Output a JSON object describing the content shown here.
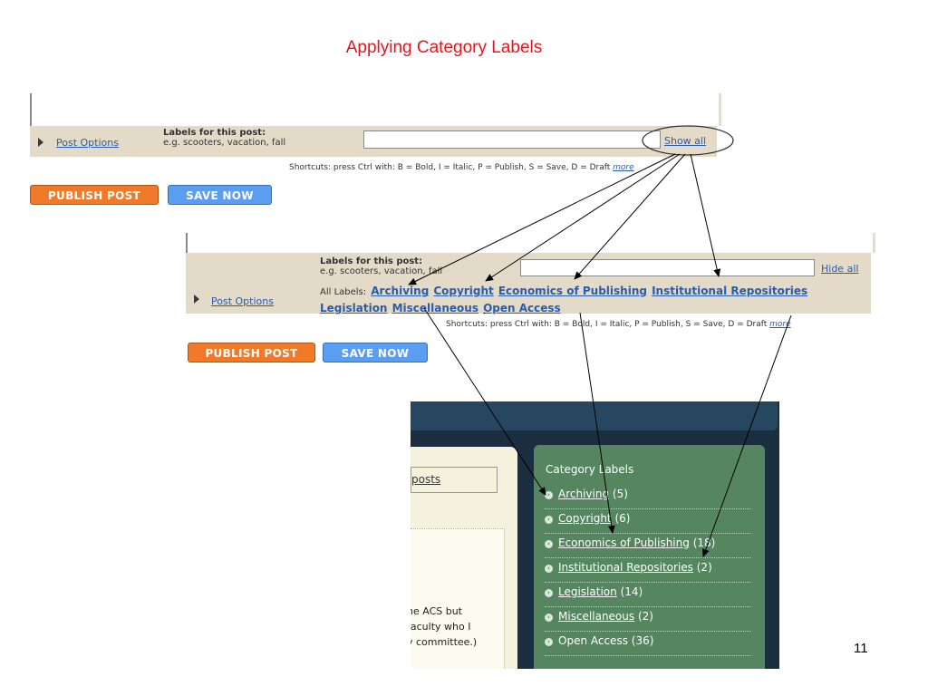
{
  "slide": {
    "title": "Applying Category Labels",
    "page_number": "11"
  },
  "panel1": {
    "post_options": "Post Options",
    "labels_heading": "Labels for this post:",
    "labels_example": "e.g. scooters, vacation, fall",
    "label_input_value": "",
    "show_all": "Show all",
    "shortcuts": "Shortcuts: press Ctrl with: B = Bold, I = Italic, P = Publish, S = Save, D = Draft",
    "shortcuts_more": "more",
    "publish_button": "PUBLISH POST",
    "save_button": "SAVE NOW"
  },
  "panel2": {
    "post_options": "Post Options",
    "labels_heading": "Labels for this post:",
    "labels_example": "e.g. scooters, vacation, fall",
    "label_input_value": "",
    "hide_all": "Hide all",
    "all_labels_prefix": "All Labels:",
    "all_labels": [
      "Archiving",
      "Copyright",
      "Economics of Publishing",
      "Institutional Repositories",
      "Legislation",
      "Miscellaneous",
      "Open Access"
    ],
    "shortcuts": "Shortcuts: press Ctrl with: B = Bold, I = Italic, P = Publish, S = Save, D = Draft",
    "shortcuts_more": "more",
    "publish_button": "PUBLISH POST",
    "save_button": "SAVE NOW"
  },
  "blog": {
    "posts_link": "posts",
    "category_title": "Category Labels",
    "categories": [
      {
        "name": "Archiving",
        "count": "(5)"
      },
      {
        "name": "Copyright",
        "count": "(6)"
      },
      {
        "name": "Economics of Publishing",
        "count": "(18)"
      },
      {
        "name": "Institutional Repositories",
        "count": "(2)"
      },
      {
        "name": "Legislation",
        "count": "(14)"
      },
      {
        "name": "Miscellaneous",
        "count": "(2)"
      },
      {
        "name": "Open Access",
        "count": "(36)"
      }
    ],
    "snippet_lines": [
      "he ACS but",
      "faculty who I",
      "y committee.)"
    ]
  },
  "colors": {
    "title": "#e8141b",
    "publish": "#f07a2a",
    "save": "#5b9ef0",
    "bar": "#e3dac8",
    "panel_green": "#55865f",
    "blog_dark": "#1a2e3f"
  }
}
